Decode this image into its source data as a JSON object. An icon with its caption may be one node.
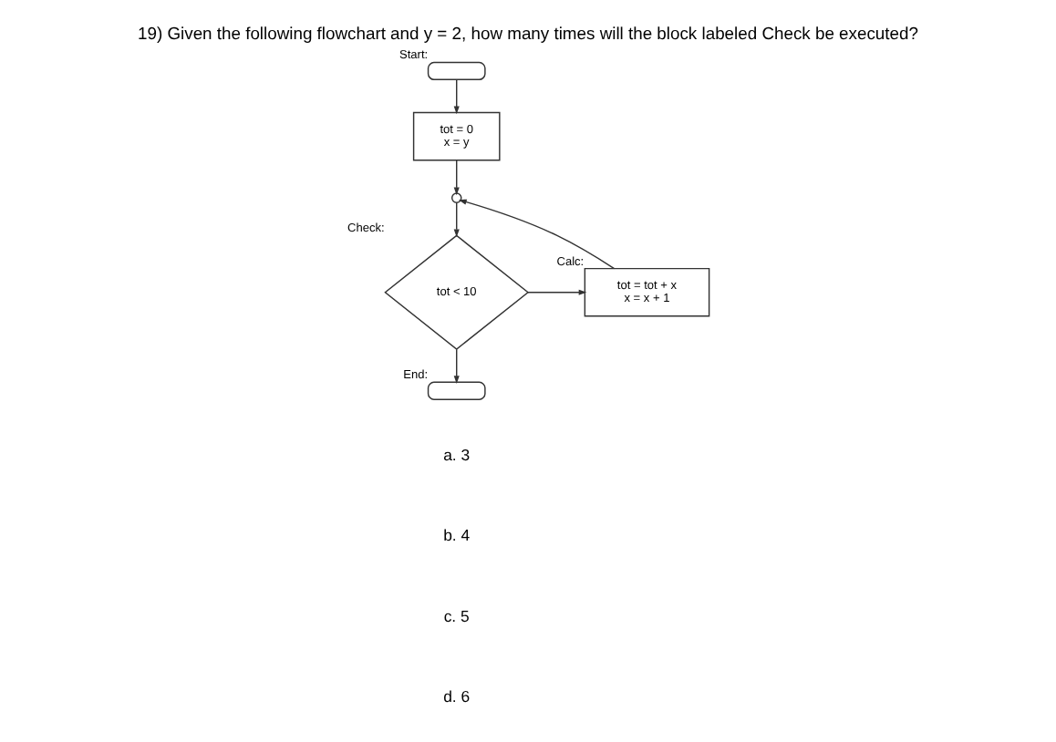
{
  "diagram": {
    "title": "19) Given the following flowchart and y = 2, how many times will the block labeled Check be executed?",
    "nodes": [
      {
        "text": [],
        "shape": "terminal",
        "beside": [
          "Start:"
        ]
      },
      {
        "text": [
          "tot = 0",
          "x = y"
        ]
      },
      {
        "text": [],
        "shape": "circle"
      },
      {
        "text": [
          "tot < 10"
        ],
        "beside": [
          "Check:"
        ]
      },
      {
        "text": [
          "tot = tot + x",
          "x = x + 1"
        ],
        "beside": [
          "Calc:"
        ]
      },
      {
        "text": [],
        "shape": "terminal",
        "beside": [
          "End:"
        ]
      }
    ],
    "edges": [
      {
        "from": 0,
        "to": 1,
        "arrow": "to"
      },
      {
        "from": 1,
        "to": 2,
        "arrow": "to"
      },
      {
        "from": 2,
        "to": 3,
        "arrow": "to"
      },
      {
        "from": 3,
        "to": 4,
        "arrow": "to"
      },
      {
        "from": 4,
        "to": 2,
        "arrow": "to"
      },
      {
        "from": 3,
        "to": 5,
        "arrow": "to"
      }
    ],
    "labels": [
      "a. 3",
      "b. 4",
      "c. 5",
      "d. 6"
    ]
  }
}
